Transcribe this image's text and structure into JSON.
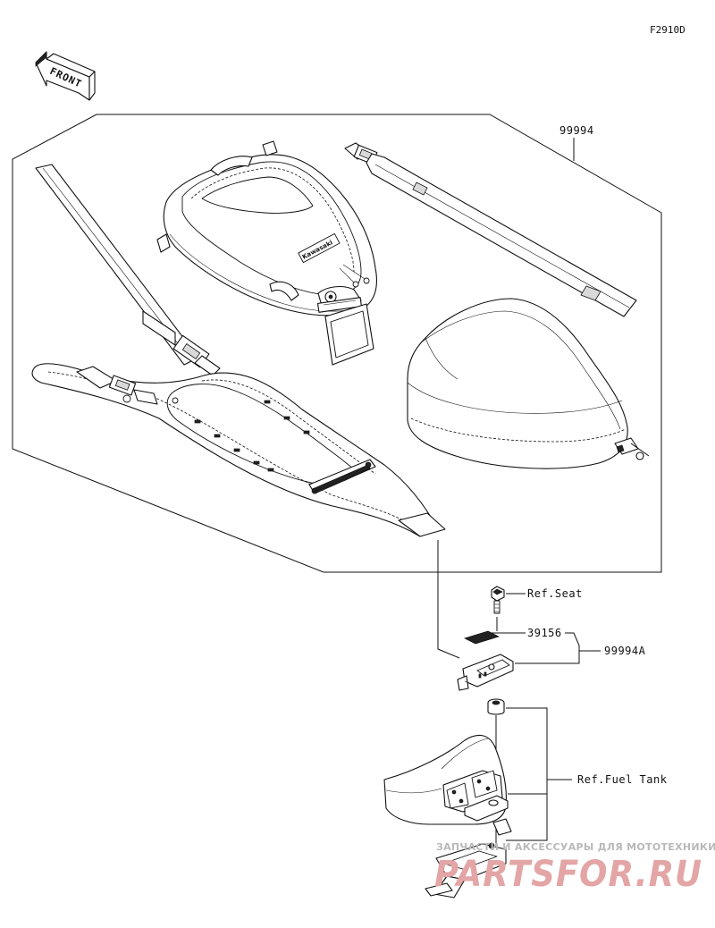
{
  "figure": {
    "code": "F2910D"
  },
  "front_badge": {
    "label": "FRONT"
  },
  "callouts": {
    "kit": "99994",
    "bracket_part": "39156",
    "bracket_kit": "99994A",
    "ref_seat": "Ref.Seat",
    "ref_fuel_tank": "Ref.Fuel Tank"
  },
  "bag_brand": "Kawasaki",
  "watermark": {
    "tagline": "ЗАПЧАСТИ И АКСЕССУАРЫ ДЛЯ МОТОТЕХНИКИ",
    "logo": "PARTSFOR.RU"
  }
}
